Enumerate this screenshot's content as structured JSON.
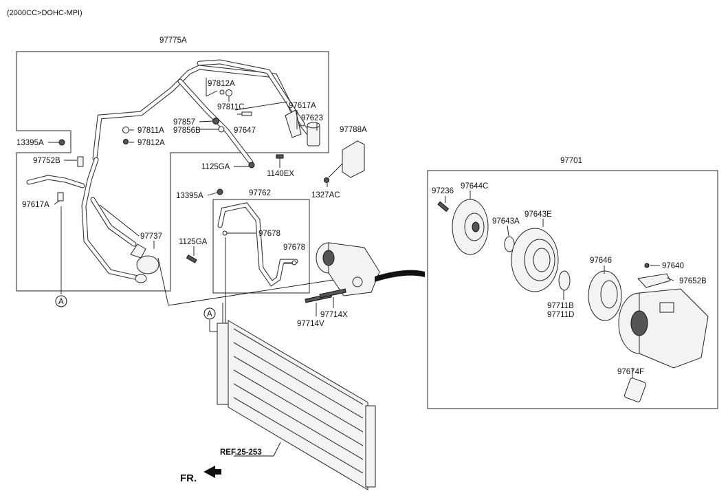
{
  "header": {
    "spec": "(2000CC>DOHC-MPI)"
  },
  "labels": {
    "a97775A": "97775A",
    "a97812A_top": "97812A",
    "a97811C": "97811C",
    "a97617A_top": "97617A",
    "a97623": "97623",
    "a97857": "97857",
    "a97856B": "97856B",
    "a97647": "97647",
    "a97811A": "97811A",
    "a97812A_mid": "97812A",
    "a13395A_left": "13395A",
    "a97752B": "97752B",
    "a97617A_left": "97617A",
    "a1125GA_top": "1125GA",
    "a1140EX": "1140EX",
    "a97788A": "97788A",
    "a1327AC": "1327AC",
    "a13395A_mid": "13395A",
    "a97762": "97762",
    "a97678_a": "97678",
    "a97678_b": "97678",
    "a97737": "97737",
    "a1125GA_mid": "1125GA",
    "a97714V": "97714V",
    "a97714X": "97714X",
    "a97701": "97701",
    "a97236": "97236",
    "a97644C": "97644C",
    "a97643A": "97643A",
    "a97643E": "97643E",
    "a97646": "97646",
    "a97640": "97640",
    "a97652B": "97652B",
    "a97711B": "97711B",
    "a97711D": "97711D",
    "a97674F": "97674F",
    "ref": "REF.25-253",
    "fr": "FR.",
    "markerA1": "A",
    "markerA2": "A"
  }
}
